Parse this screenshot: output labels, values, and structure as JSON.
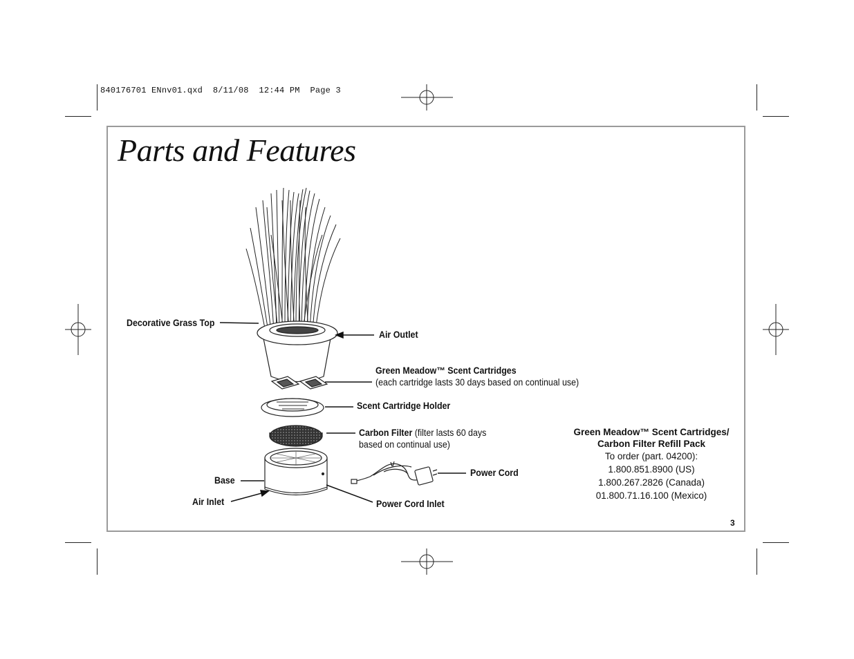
{
  "slug": "840176701 ENnv01.qxd  8/11/08  12:44 PM  Page 3",
  "title": "Parts and Features",
  "labels": {
    "decorative_grass_top": "Decorative Grass Top",
    "air_outlet": "Air Outlet",
    "scent_cartridges": "Green Meadow™ Scent Cartridges",
    "scent_cartridges_note": "(each cartridge lasts 30 days based on continual use)",
    "scent_cartridge_holder": "Scent Cartridge Holder",
    "carbon_filter": "Carbon Filter",
    "carbon_filter_note_1": "(filter lasts 60 days",
    "carbon_filter_note_2": "based on continual use)",
    "base": "Base",
    "air_inlet": "Air Inlet",
    "power_cord": "Power Cord",
    "power_cord_inlet": "Power Cord Inlet"
  },
  "refill": {
    "heading_1": "Green Meadow™ Scent Cartridges/",
    "heading_2": "Carbon Filter Refill Pack",
    "order": "To order (part. 04200):",
    "phone_us": "1.800.851.8900 (US)",
    "phone_canada": "1.800.267.2826 (Canada)",
    "phone_mexico": "01.800.71.16.100 (Mexico)"
  },
  "page_number": "3"
}
